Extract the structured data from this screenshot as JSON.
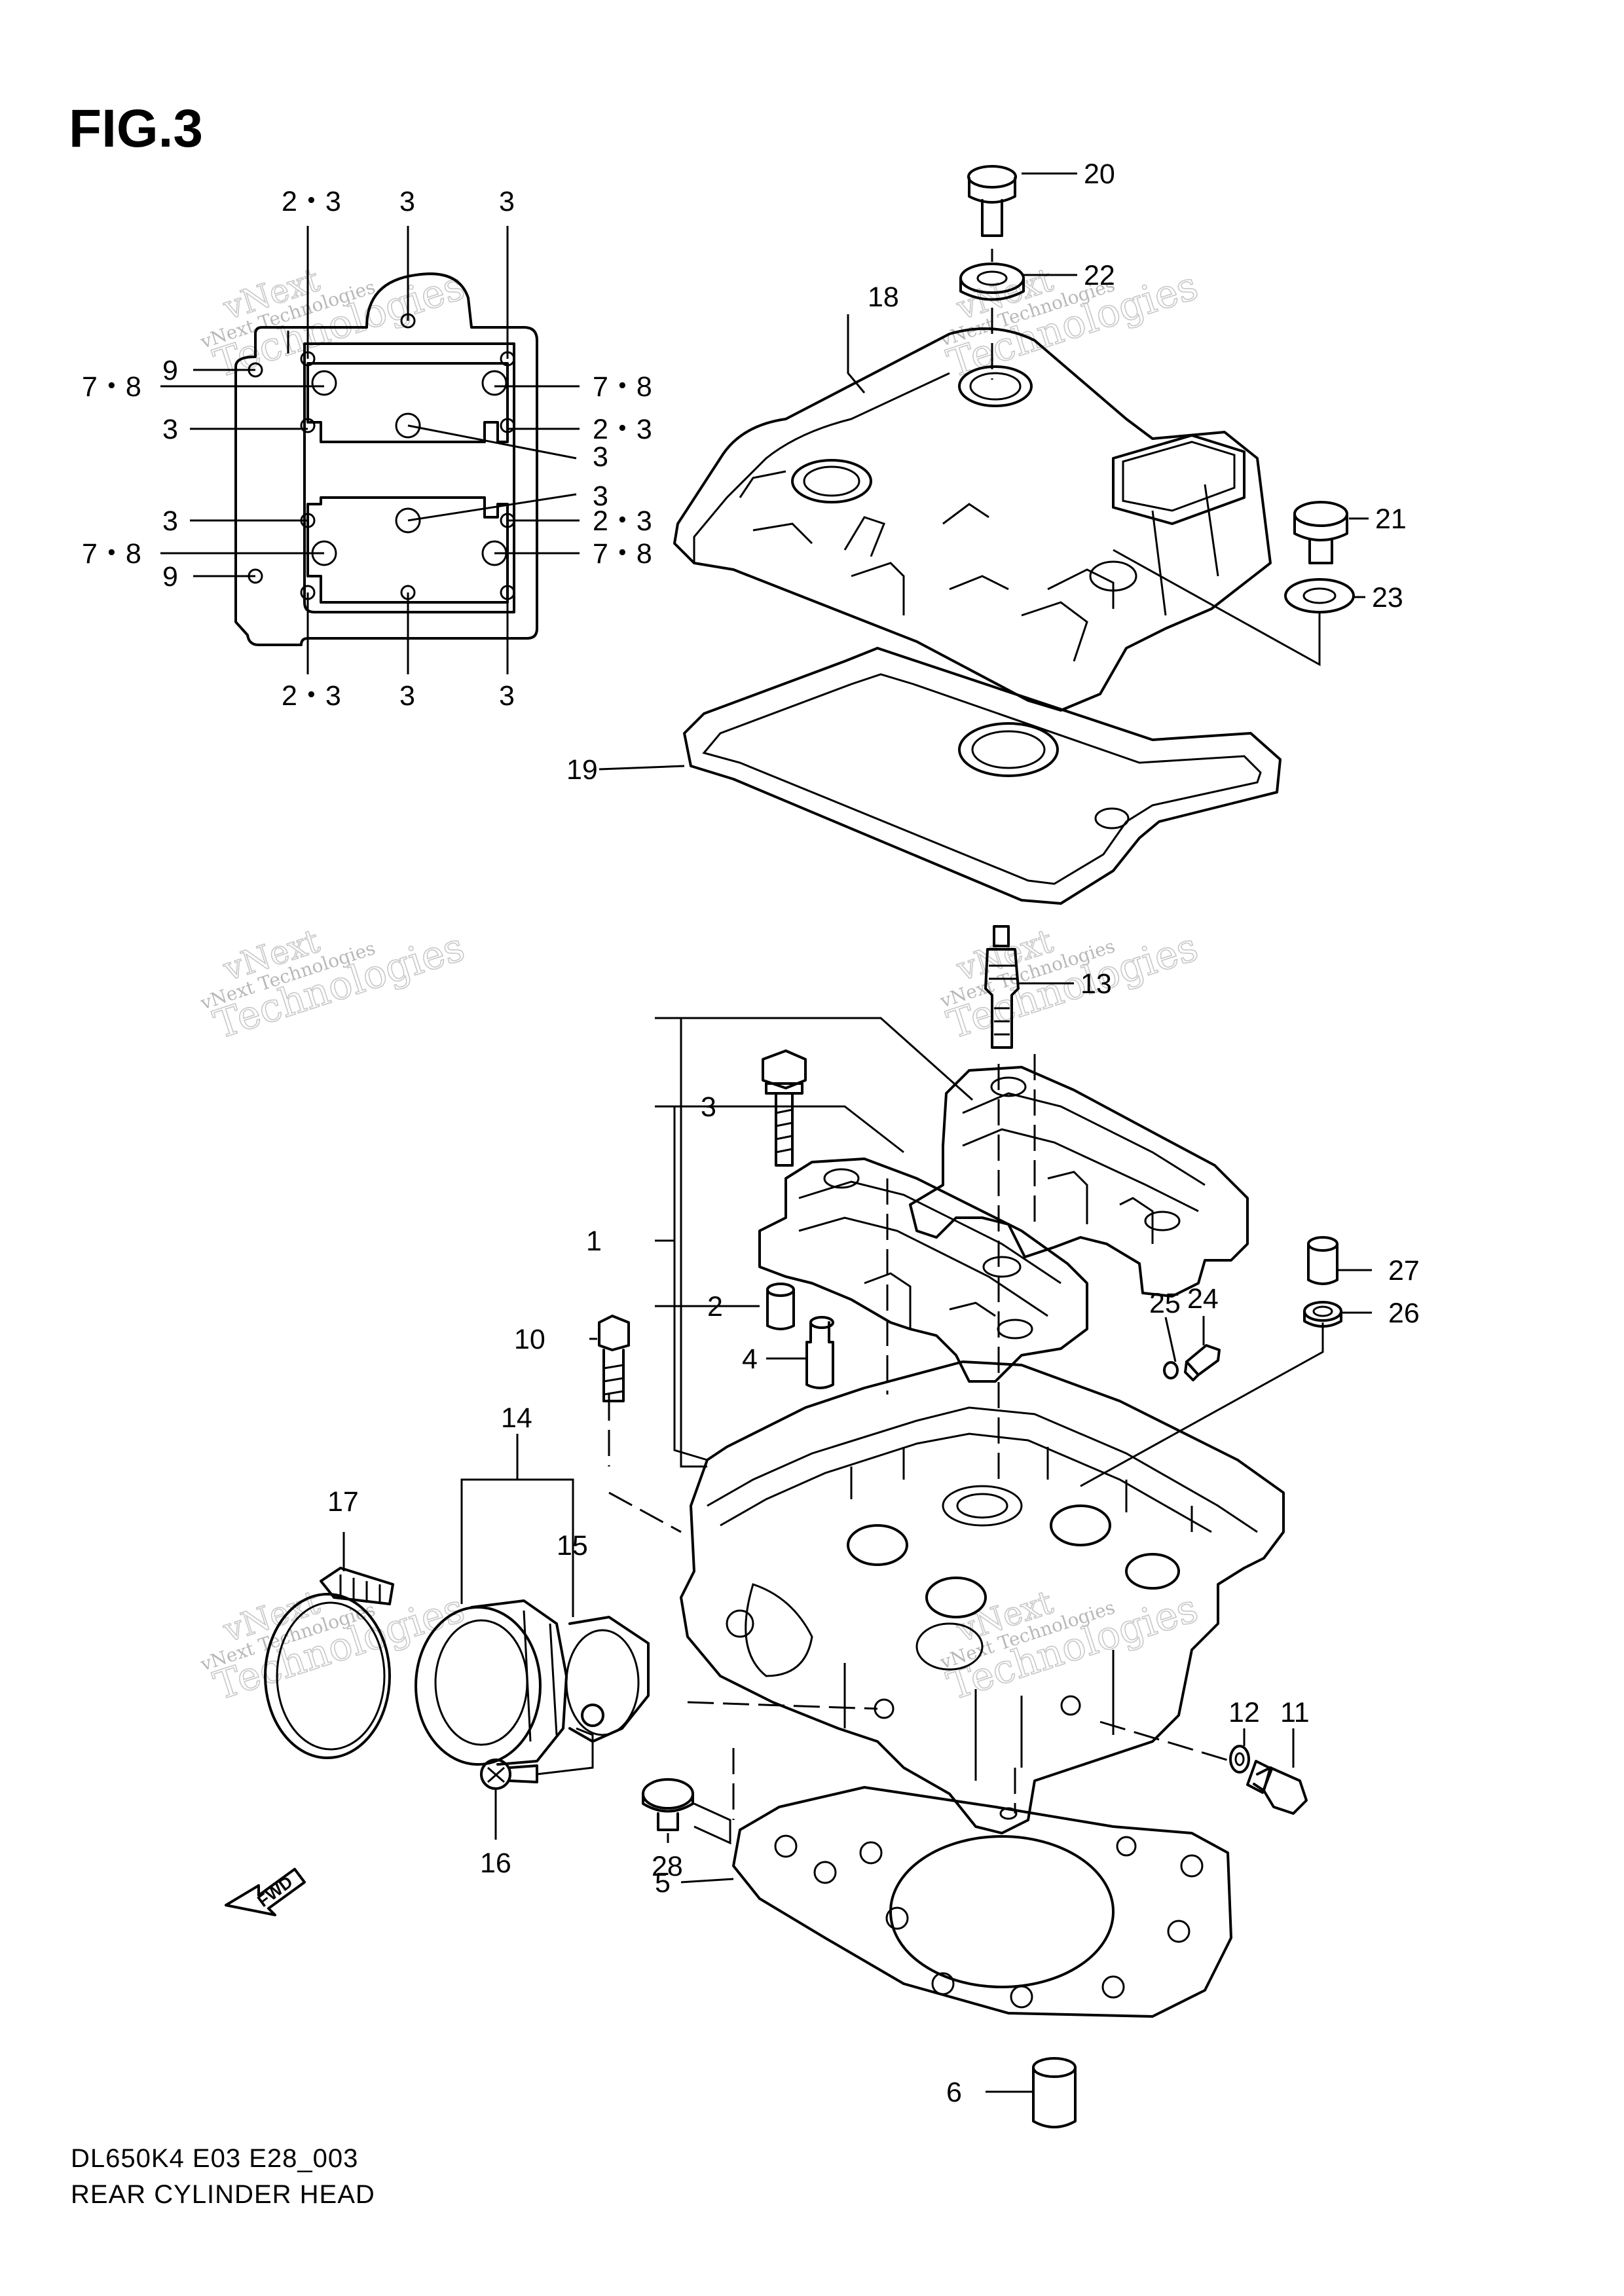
{
  "figure": {
    "title": "FIG.3",
    "model_code": "DL650K4 E03 E28_003",
    "caption": "REAR CYLINDER HEAD"
  },
  "watermark": {
    "line1": "vNext Technologies",
    "line2": "vNext",
    "line3": "Technologies"
  },
  "fwd_label": "FWD",
  "callouts": {
    "c1": "1",
    "c2": "2",
    "c3": "3",
    "c4": "4",
    "c5": "5",
    "c6": "6",
    "c10": "10",
    "c11": "11",
    "c12": "12",
    "c13": "13",
    "c14": "14",
    "c15": "15",
    "c16": "16",
    "c17": "17",
    "c18": "18",
    "c19": "19",
    "c20": "20",
    "c21": "21",
    "c22": "22",
    "c23": "23",
    "c24": "24",
    "c25": "25",
    "c26": "26",
    "c27": "27",
    "c28": "28"
  },
  "torque_pattern": {
    "t_23": "2・3",
    "t_3": "3",
    "t_78": "7・8",
    "t_9": "9"
  }
}
